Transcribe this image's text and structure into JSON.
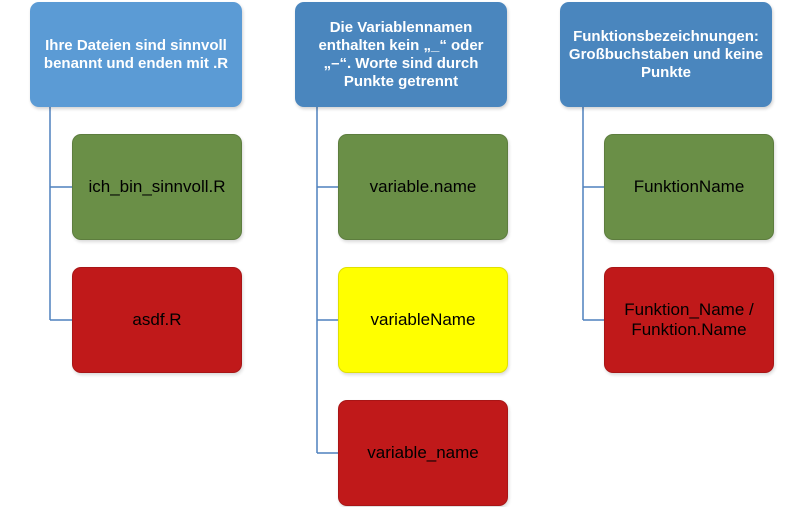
{
  "diagram": {
    "columns": [
      {
        "header": {
          "text": "Ihre Dateien sind sinnvoll benannt und enden mit .R",
          "color": "#5B9BD5"
        },
        "children": [
          {
            "text": "ich_bin_sinnvoll.R",
            "status": "good",
            "color": "#6A8F47"
          },
          {
            "text": "asdf.R",
            "status": "bad",
            "color": "#C0191A"
          }
        ]
      },
      {
        "header": {
          "text": "Die Variablennamen enthalten kein „_“ oder „–“. Worte sind durch Punkte getrennt",
          "color": "#4A86BE"
        },
        "children": [
          {
            "text": "variable.name",
            "status": "good",
            "color": "#6A8F47"
          },
          {
            "text": "variableName",
            "status": "acceptable",
            "color": "#FFFF00"
          },
          {
            "text": "variable_name",
            "status": "bad",
            "color": "#C0191A"
          }
        ]
      },
      {
        "header": {
          "text": "Funktionsbezeichnungen: Großbuchstaben und keine Punkte",
          "color": "#4A86BE"
        },
        "children": [
          {
            "text": "FunktionName",
            "status": "good",
            "color": "#6A8F47"
          },
          {
            "text": "Funktion_Name /\nFunktion.Name",
            "status": "bad",
            "color": "#C0191A"
          }
        ]
      }
    ],
    "connector_color": "#4F81BD"
  }
}
